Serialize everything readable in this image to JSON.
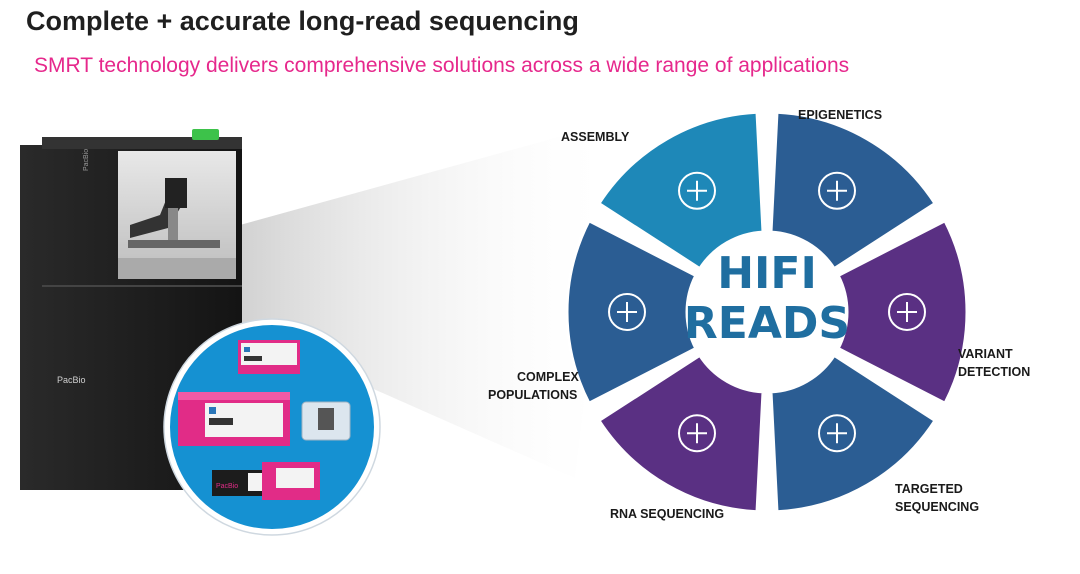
{
  "header": {
    "title": "Complete + accurate long-read sequencing",
    "subtitle": "SMRT technology delivers comprehensive solutions across a wide range of applications"
  },
  "instrument": {
    "brand": "PacBio"
  },
  "wheel": {
    "center_line1": "HIFI",
    "center_line2": "READS",
    "segments": [
      {
        "line1": "EPIGENETICS",
        "line2": "",
        "color": "#2b5d93",
        "icon": "molecule-nodes-icon"
      },
      {
        "line1": "VARIANT",
        "line2": "DETECTION",
        "color": "#5a3083",
        "icon": "magnifier-grid-icon"
      },
      {
        "line1": "TARGETED",
        "line2": "SEQUENCING",
        "color": "#2b5d93",
        "icon": "radar-target-icon"
      },
      {
        "line1": "RNA SEQUENCING",
        "line2": "",
        "color": "#5a3083",
        "icon": "sliders-icon"
      },
      {
        "line1": "COMPLEX",
        "line2": "POPULATIONS",
        "color": "#2b5d93",
        "icon": "shapes-grid-icon"
      },
      {
        "line1": "ASSEMBLY",
        "line2": "",
        "color": "#1e88b8",
        "icon": "cubes-icon"
      }
    ]
  }
}
